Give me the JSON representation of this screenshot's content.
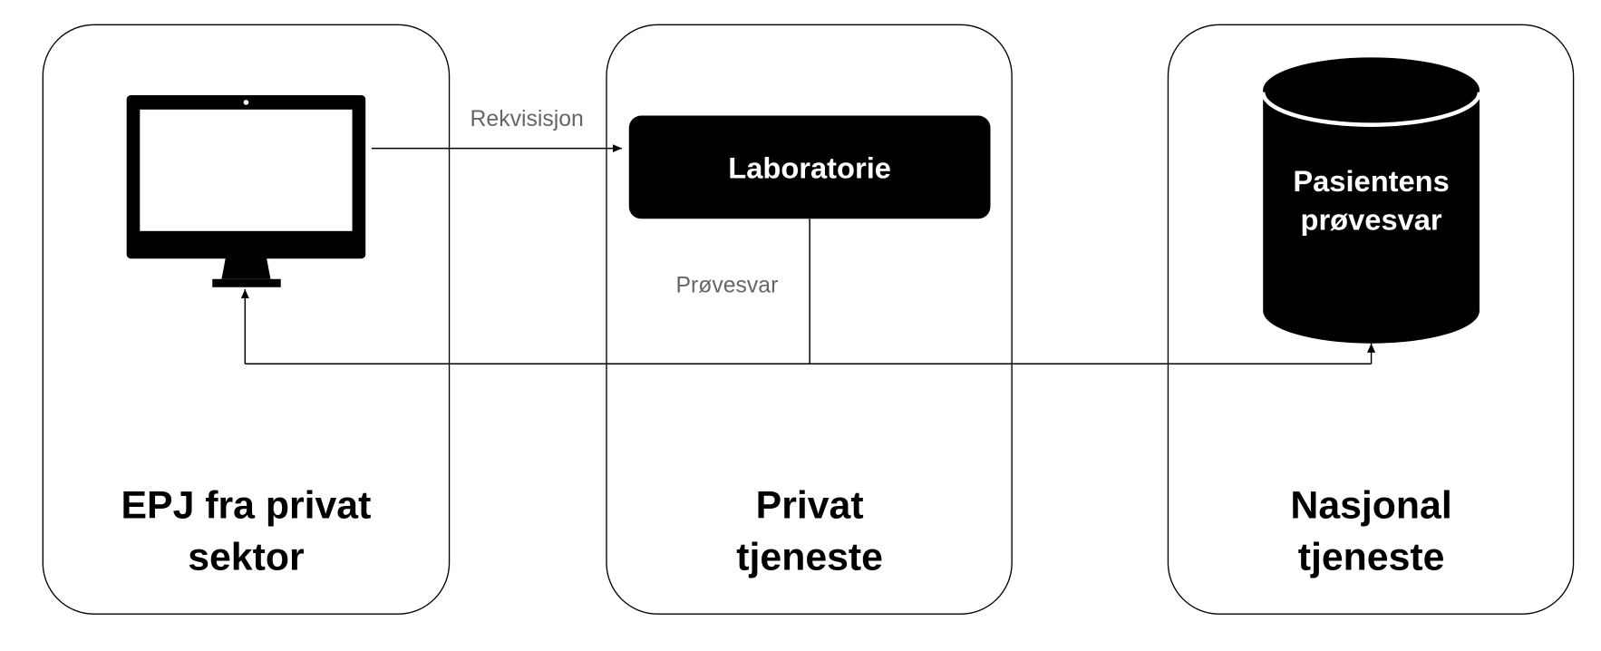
{
  "panels": [
    {
      "title_lines": [
        "EPJ fra privat",
        "sektor"
      ]
    },
    {
      "title_lines": [
        "Privat",
        "tjeneste"
      ]
    },
    {
      "title_lines": [
        "Nasjonal",
        "tjeneste"
      ]
    }
  ],
  "nodes": {
    "computer": {
      "icon": "monitor-icon"
    },
    "laboratory": {
      "label": "Laboratorie"
    },
    "database": {
      "icon": "database-cylinder-icon",
      "label_lines": [
        "Pasientens",
        "prøvesvar"
      ]
    }
  },
  "edges": {
    "requisition": {
      "label": "Rekvisisjon"
    },
    "results": {
      "label": "Prøvesvar"
    }
  },
  "colors": {
    "stroke": "#000000",
    "label_gray": "#666666",
    "fill_dark": "#000000"
  }
}
